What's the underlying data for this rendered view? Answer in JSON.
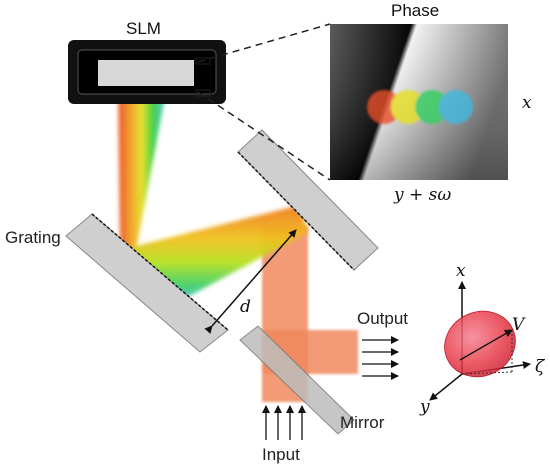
{
  "labels": {
    "slm": "SLM",
    "phase": "Phase",
    "grating": "Grating",
    "distance": "d",
    "output": "Output",
    "mirror": "Mirror",
    "input": "Input",
    "phase_axis_x": "x",
    "phase_axis_y": "y + sω"
  },
  "coordinate_axes": {
    "x": "x",
    "y": "y",
    "zeta": "ζ",
    "vector": "V"
  },
  "colors": {
    "beam_input": "#f08a5d",
    "mirror_gray": "#c8c8c8",
    "spectrum": [
      "#e8421f",
      "#f0a020",
      "#e8e020",
      "#40d040",
      "#30c0c0"
    ],
    "ellipsoid": "#e83040"
  },
  "phase_spots": [
    "#e8502a",
    "#e8e020",
    "#30d060",
    "#40b8e0"
  ]
}
